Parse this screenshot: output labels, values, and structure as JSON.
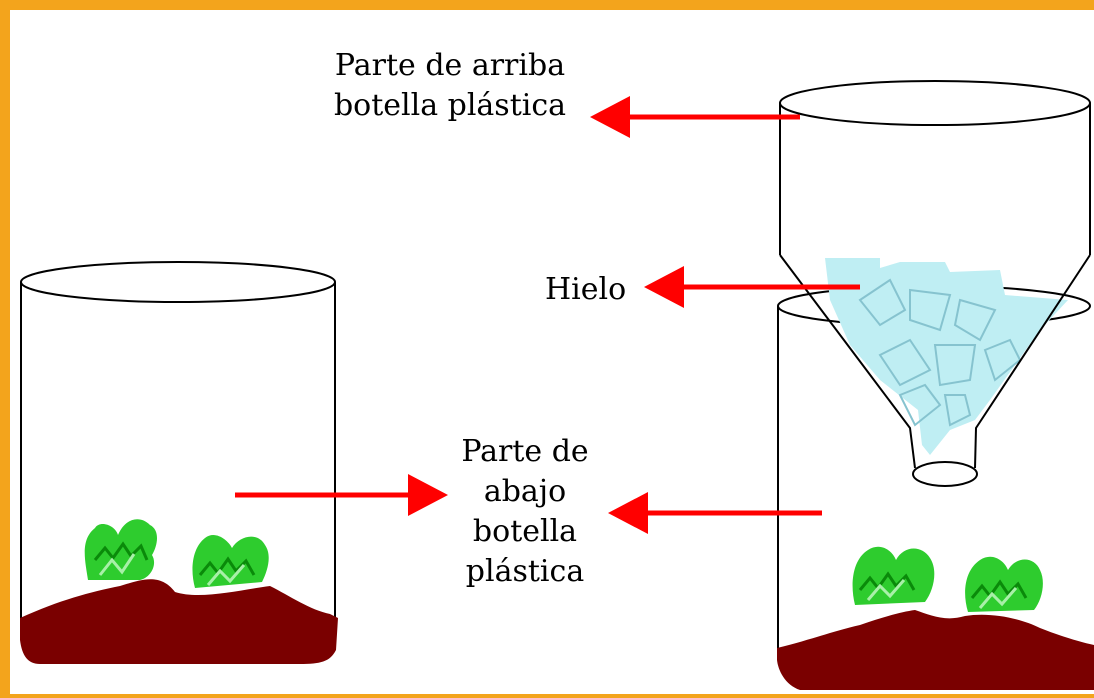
{
  "labels": {
    "top_bottle_line1": "Parte de arriba",
    "top_bottle_line2": "botella plástica",
    "ice": "Hielo",
    "bottom_bottle_line1": "Parte de",
    "bottom_bottle_line2": "abajo",
    "bottom_bottle_line3": "botella",
    "bottom_bottle_line4": "plástica"
  },
  "colors": {
    "frame": "#f3a41c",
    "arrow": "#ff0000",
    "soil": "#7a0000",
    "ice": "#bfeef3",
    "plant": "#22cc22",
    "outline": "#000000"
  }
}
